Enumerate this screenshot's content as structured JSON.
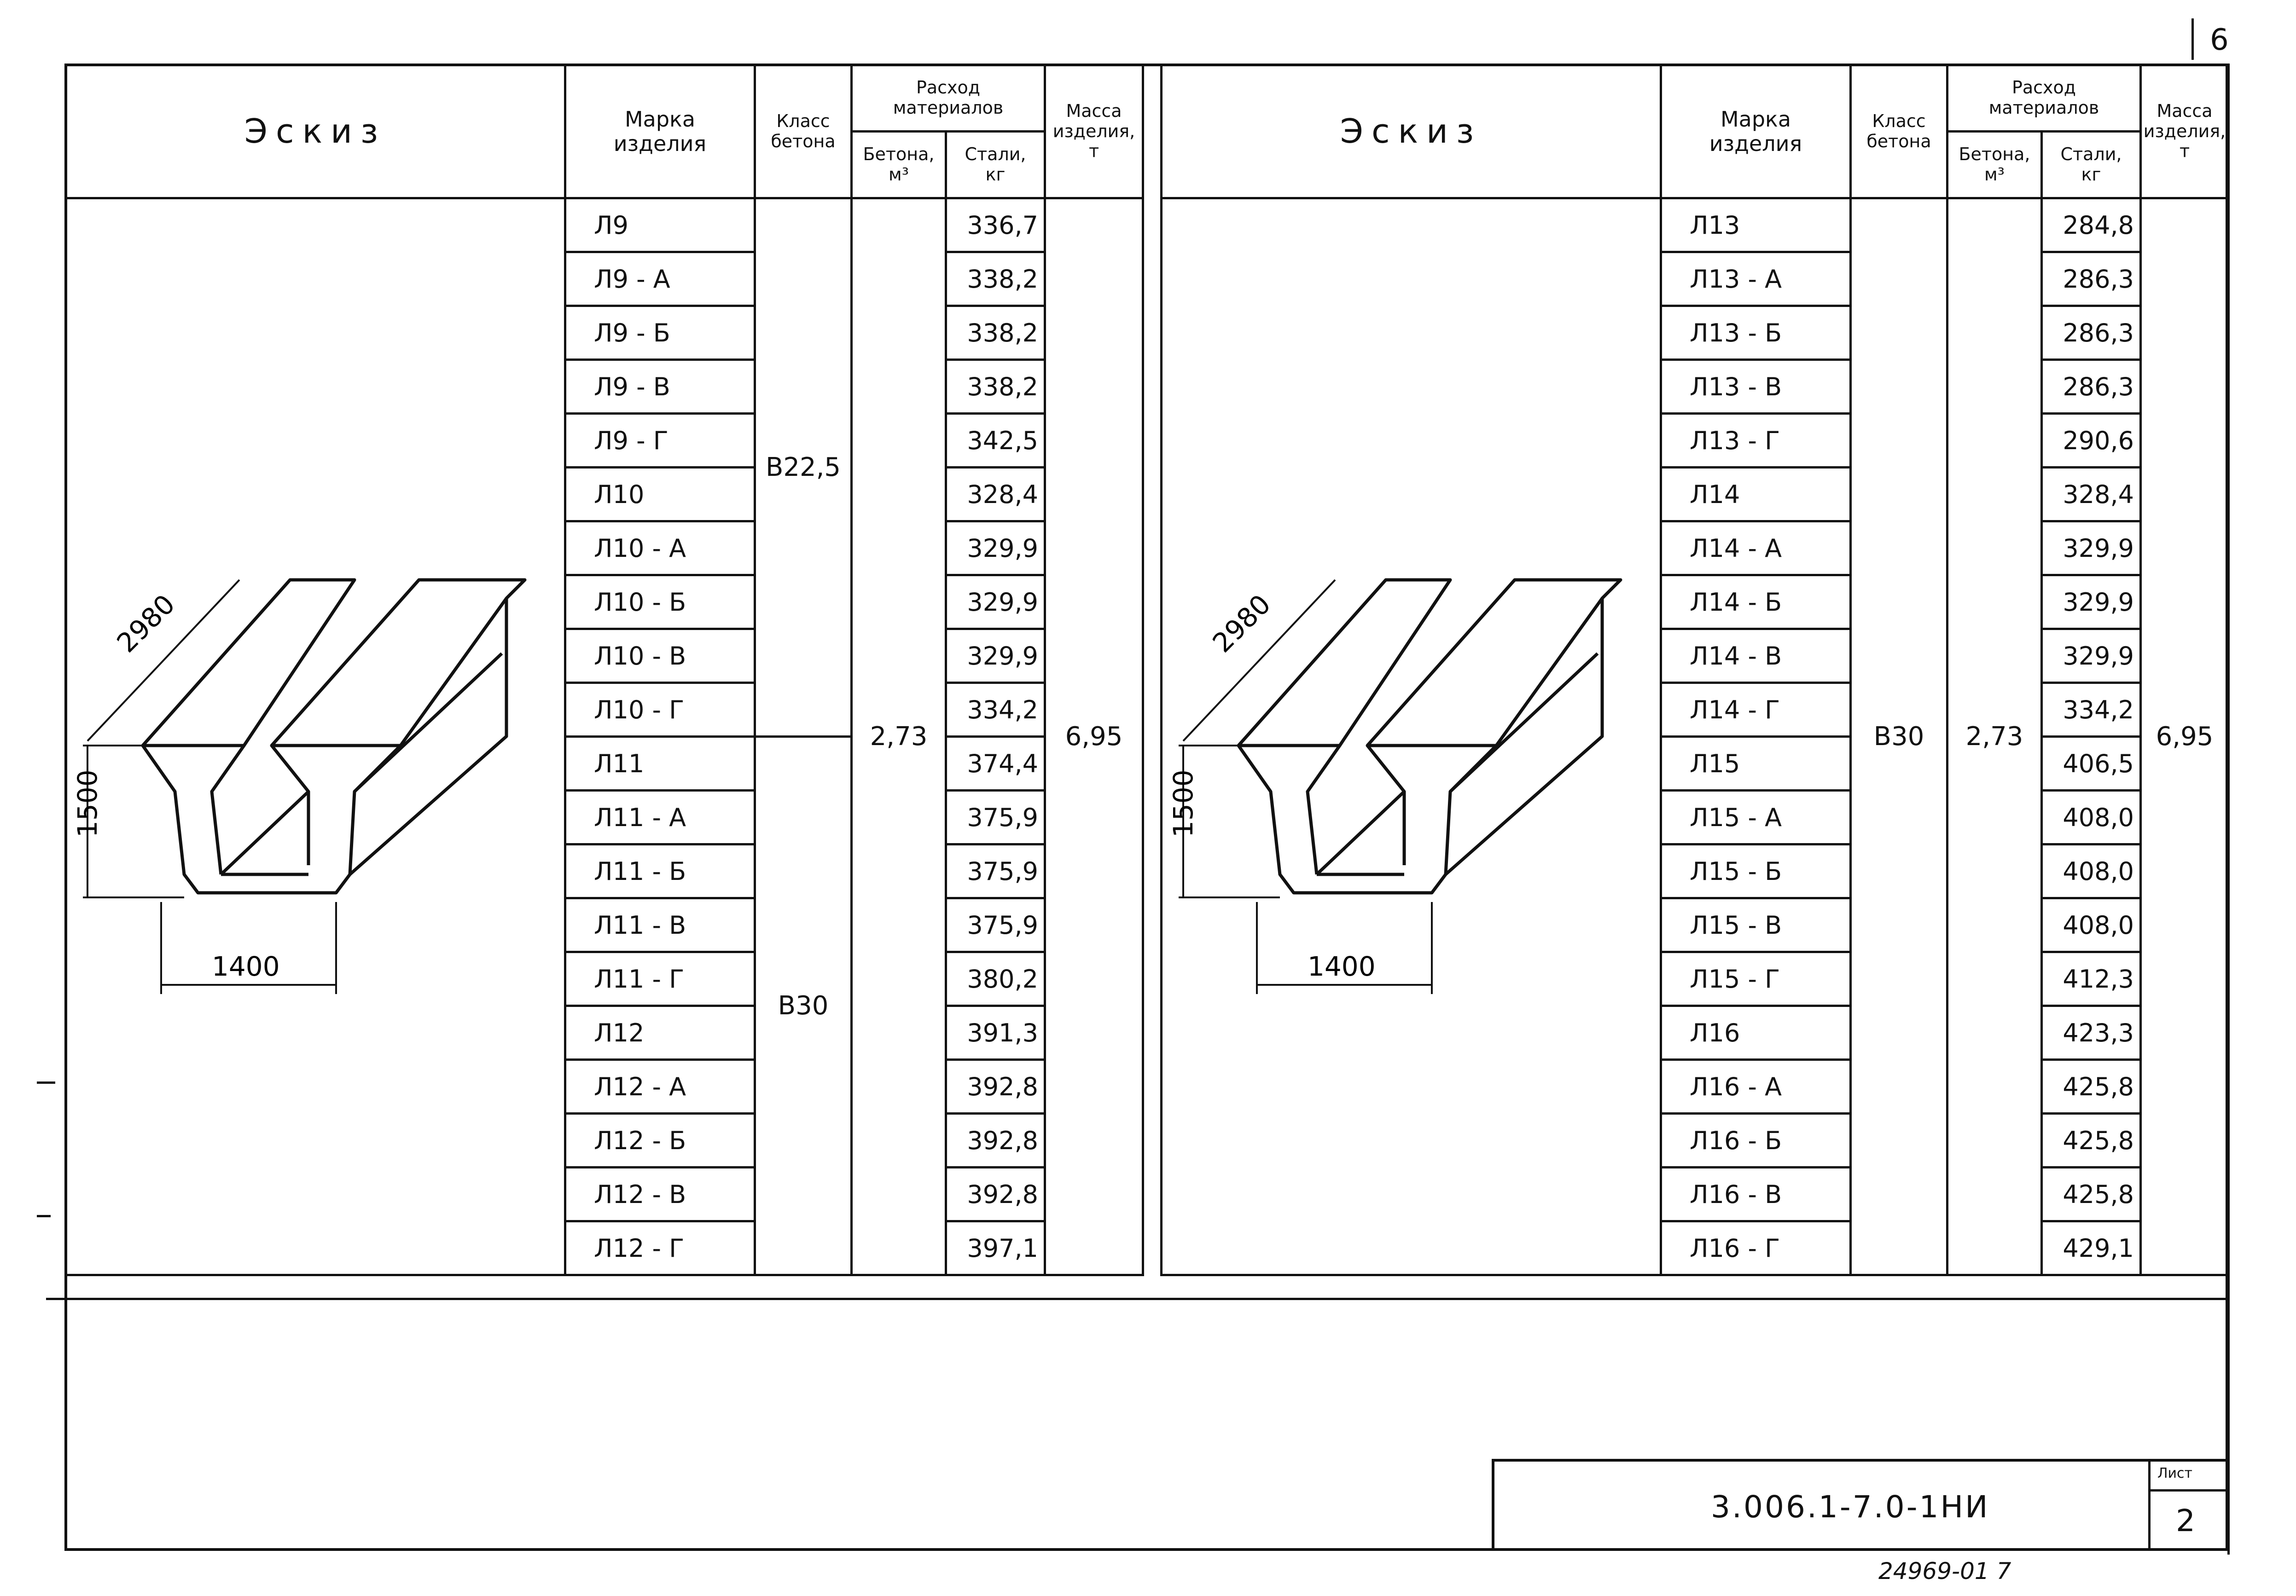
{
  "page_number": "6",
  "header": {
    "sketch": "Эскиз",
    "mark_line1": "Марка",
    "mark_line2": "изделия",
    "class_line1": "Класс",
    "class_line2": "бетона",
    "consumption_line1": "Расход",
    "consumption_line2": "материалов",
    "concrete_line1": "Бетона,",
    "concrete_unit": "м³",
    "steel_line1": "Стали,",
    "steel_unit": "кг",
    "mass_line1": "Масса",
    "mass_line2": "изделия,",
    "mass_unit": "т"
  },
  "left_table": {
    "rows": [
      {
        "mark": "Л9",
        "steel": "336,7"
      },
      {
        "mark": "Л9 - А",
        "steel": "338,2"
      },
      {
        "mark": "Л9 - Б",
        "steel": "338,2"
      },
      {
        "mark": "Л9 - В",
        "steel": "338,2"
      },
      {
        "mark": "Л9 - Г",
        "steel": "342,5"
      },
      {
        "mark": "Л10",
        "steel": "328,4"
      },
      {
        "mark": "Л10 - А",
        "steel": "329,9"
      },
      {
        "mark": "Л10 - Б",
        "steel": "329,9"
      },
      {
        "mark": "Л10 - В",
        "steel": "329,9"
      },
      {
        "mark": "Л10 - Г",
        "steel": "334,2"
      },
      {
        "mark": "Л11",
        "steel": "374,4"
      },
      {
        "mark": "Л11 - А",
        "steel": "375,9"
      },
      {
        "mark": "Л11 - Б",
        "steel": "375,9"
      },
      {
        "mark": "Л11 - В",
        "steel": "375,9"
      },
      {
        "mark": "Л11 - Г",
        "steel": "380,2"
      },
      {
        "mark": "Л12",
        "steel": "391,3"
      },
      {
        "mark": "Л12 - А",
        "steel": "392,8"
      },
      {
        "mark": "Л12 - Б",
        "steel": "392,8"
      },
      {
        "mark": "Л12 - В",
        "steel": "392,8"
      },
      {
        "mark": "Л12 - Г",
        "steel": "397,1"
      }
    ],
    "class_a": "В22,5",
    "class_b": "В30",
    "concrete": "2,73",
    "mass": "6,95"
  },
  "right_table": {
    "rows": [
      {
        "mark": "Л13",
        "steel": "284,8"
      },
      {
        "mark": "Л13 - А",
        "steel": "286,3"
      },
      {
        "mark": "Л13 - Б",
        "steel": "286,3"
      },
      {
        "mark": "Л13 - В",
        "steel": "286,3"
      },
      {
        "mark": "Л13 - Г",
        "steel": "290,6"
      },
      {
        "mark": "Л14",
        "steel": "328,4"
      },
      {
        "mark": "Л14 - А",
        "steel": "329,9"
      },
      {
        "mark": "Л14 - Б",
        "steel": "329,9"
      },
      {
        "mark": "Л14 - В",
        "steel": "329,9"
      },
      {
        "mark": "Л14 - Г",
        "steel": "334,2"
      },
      {
        "mark": "Л15",
        "steel": "406,5"
      },
      {
        "mark": "Л15 - А",
        "steel": "408,0"
      },
      {
        "mark": "Л15 - Б",
        "steel": "408,0"
      },
      {
        "mark": "Л15 - В",
        "steel": "408,0"
      },
      {
        "mark": "Л15 - Г",
        "steel": "412,3"
      },
      {
        "mark": "Л16",
        "steel": "423,3"
      },
      {
        "mark": "Л16 - А",
        "steel": "425,8"
      },
      {
        "mark": "Л16 - Б",
        "steel": "425,8"
      },
      {
        "mark": "Л16 - В",
        "steel": "425,8"
      },
      {
        "mark": "Л16 - Г",
        "steel": "429,1"
      }
    ],
    "class": "В30",
    "concrete": "2,73",
    "mass": "6,95"
  },
  "sketch_dims": {
    "length": "2980",
    "height": "1500",
    "width": "1400"
  },
  "title_block": {
    "document_code": "3.006.1-7.0-1НИ",
    "sheet_label": "Лист",
    "sheet_number": "2"
  },
  "inventory_number": "24969-01  7"
}
